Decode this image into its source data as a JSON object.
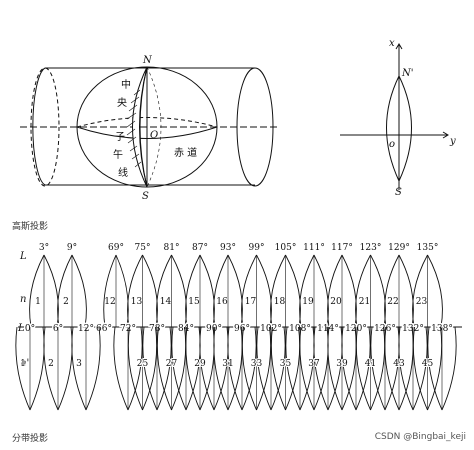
{
  "left_fig": {
    "N": "N",
    "S": "S",
    "O": "O",
    "meridian_chars": [
      "中",
      "央",
      "子",
      "午",
      "线"
    ],
    "equator_label": "赤 道"
  },
  "right_fig": {
    "x": "x",
    "y": "y",
    "N": "N'",
    "S": "S",
    "o": "o"
  },
  "caption_gauss": "高斯投影",
  "caption_zones": "分带投影",
  "watermark": "CSDN @Bingbai_keji",
  "zones": {
    "row_L": "L",
    "row_n": "n",
    "row_L2": "L",
    "row_n2": "n'",
    "six_deg": {
      "top_labels": [
        "3°",
        "9°",
        "69°",
        "75°",
        "81°",
        "87°",
        "93°",
        "99°",
        "105°",
        "111°",
        "117°",
        "123°",
        "129°",
        "135°"
      ],
      "numbers": [
        "1",
        "2",
        "12",
        "13",
        "14",
        "15",
        "16",
        "17",
        "18",
        "19",
        "20",
        "21",
        "22",
        "23"
      ]
    },
    "mid_labels": [
      "0°",
      "6°",
      "12°",
      "66°",
      "72°",
      "78°",
      "84°",
      "90°",
      "96°",
      "102°",
      "108°",
      "114°",
      "120°",
      "126°",
      "132°",
      "138°"
    ],
    "three_deg": {
      "numbers": [
        "1",
        "2",
        "3",
        "25",
        "27",
        "29",
        "31",
        "33",
        "35",
        "37",
        "39",
        "41",
        "43",
        "45"
      ]
    }
  }
}
